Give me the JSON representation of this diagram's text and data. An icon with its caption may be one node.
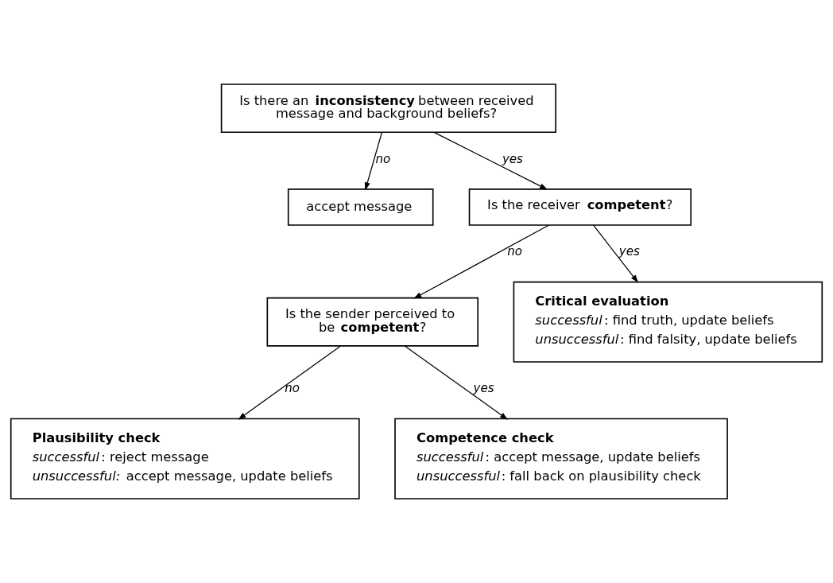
{
  "diagram": {
    "nodes": [
      {
        "text": [
          "Is there an **inconsistency** between received message and background beliefs?"
        ]
      },
      {
        "text": [
          "accept message"
        ]
      },
      {
        "text": [
          "Is the receiver **competent**?"
        ]
      },
      {
        "text": [
          "Is the sender perceived to be **competent**?"
        ]
      },
      {
        "text": [
          "Critical evaluation",
          "*successful*: find truth, update beliefs",
          "*unsuccessful*: find falsity, update beliefs"
        ]
      },
      {
        "text": [
          "Plausibility check",
          "*successful*: reject message",
          "*unsuccessful:* accept message, update beliefs"
        ]
      },
      {
        "text": [
          "Competence check",
          "*successful*: accept message, update beliefs",
          "*unsuccessful*: fall back on plausibility check"
        ]
      }
    ],
    "edges": [
      {
        "from": 0,
        "to": 1,
        "arrow": "to",
        "label": "no"
      },
      {
        "from": 0,
        "to": 2,
        "arrow": "to",
        "label": "yes"
      },
      {
        "from": 2,
        "to": 3,
        "arrow": "to",
        "label": "no"
      },
      {
        "from": 2,
        "to": 4,
        "arrow": "to",
        "label": "yes"
      },
      {
        "from": 3,
        "to": 5,
        "arrow": "to",
        "label": "no"
      },
      {
        "from": 3,
        "to": 6,
        "arrow": "to",
        "label": "yes"
      }
    ]
  }
}
